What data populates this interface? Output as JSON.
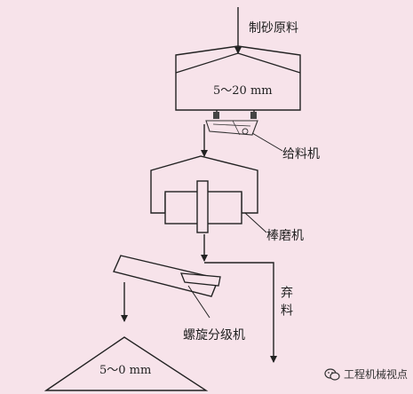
{
  "diagram": {
    "labels": {
      "raw_material": "制砂原料",
      "bin_size": "5～20 mm",
      "feeder": "给料机",
      "rod_mill": "棒磨机",
      "discard": "弃料",
      "spiral_classifier": "螺旋分级机",
      "product_size": "5～0 mm"
    },
    "watermark": "工程机械视点",
    "colors": {
      "background": "#f7e3ea",
      "stroke": "#222222"
    }
  }
}
